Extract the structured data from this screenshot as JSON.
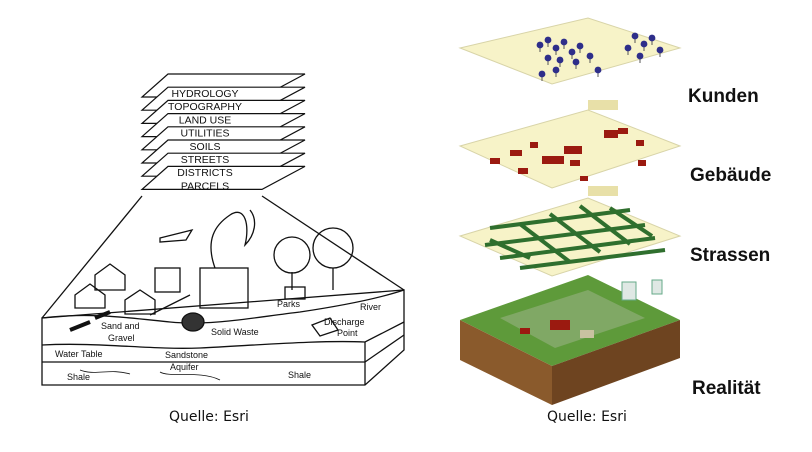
{
  "left_diagram": {
    "layers": [
      "HYDROLOGY",
      "TOPOGRAPHY",
      "LAND USE",
      "UTILITIES",
      "SOILS",
      "STREETS",
      "DISTRICTS",
      "PARCELS"
    ],
    "scene_labels": {
      "parks": "Parks",
      "river": "River",
      "sand_gravel_1": "Sand and",
      "sand_gravel_2": "Gravel",
      "solid_waste": "Solid Waste",
      "discharge_1": "Discharge",
      "discharge_2": "Point",
      "water_table": "Water Table",
      "sandstone_1": "Sandstone",
      "sandstone_2": "Aquifer",
      "shale_left": "Shale",
      "shale_right": "Shale"
    },
    "caption": "Quelle: Esri"
  },
  "right_diagram": {
    "layers": [
      "Kunden",
      "Gebäude",
      "Strassen",
      "Realität"
    ],
    "colors": {
      "plane": "#f7f3c8",
      "points": "#2e2e8a",
      "buildings": "#9b1a10",
      "streets": "#2f6f2e",
      "terrain": "#5e9a3a",
      "soil": "#8a5a2c"
    },
    "caption": "Quelle: Esri"
  }
}
